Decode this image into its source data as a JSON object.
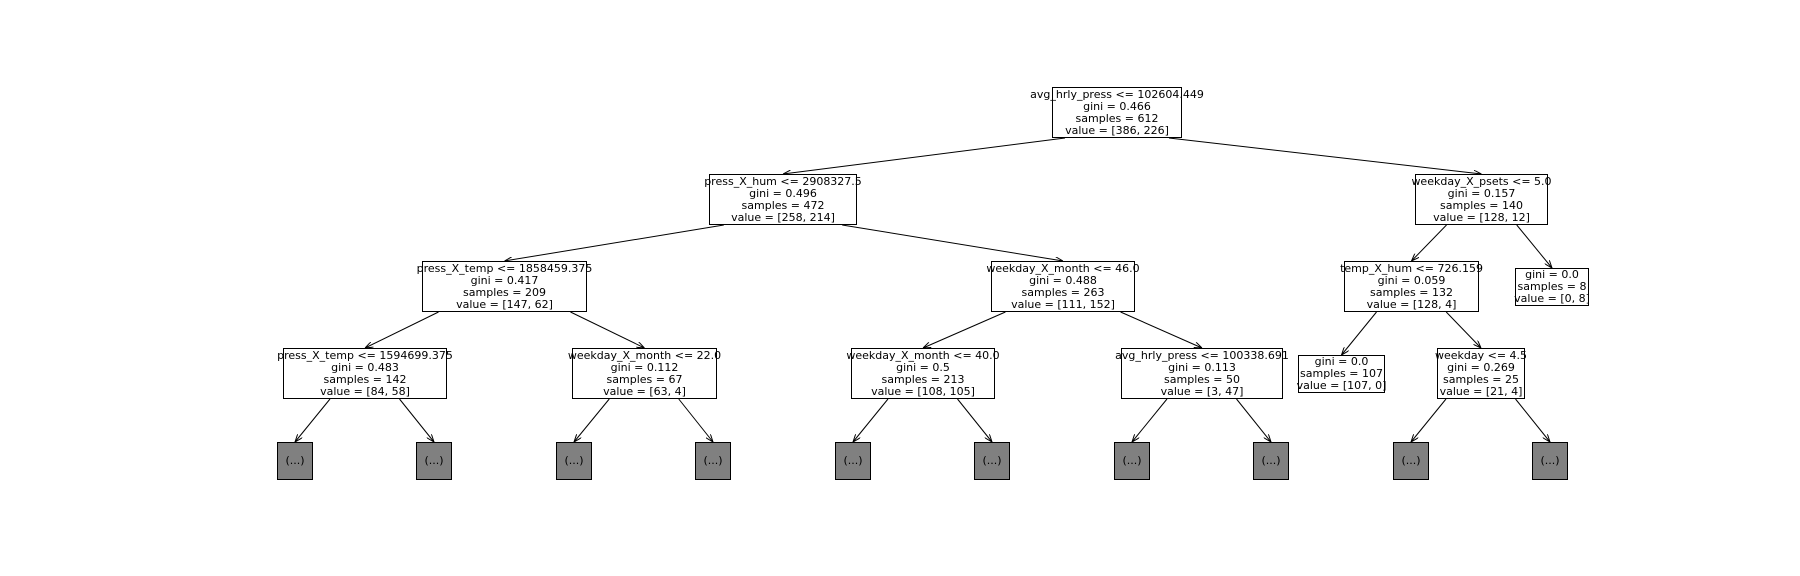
{
  "nodes": [
    {
      "id": "n0",
      "lines": [
        "avg_hrly_press <= 102604.449",
        "gini = 0.466",
        "samples = 612",
        "value = [386, 226]"
      ]
    },
    {
      "id": "n1",
      "lines": [
        "press_X_hum <= 2908327.5",
        "gini = 0.496",
        "samples = 472",
        "value = [258, 214]"
      ]
    },
    {
      "id": "n2",
      "lines": [
        "weekday_X_psets <= 5.0",
        "gini = 0.157",
        "samples = 140",
        "value = [128, 12]"
      ]
    },
    {
      "id": "n3",
      "lines": [
        "press_X_temp <= 1858459.375",
        "gini = 0.417",
        "samples = 209",
        "value = [147, 62]"
      ]
    },
    {
      "id": "n4",
      "lines": [
        "weekday_X_month <= 46.0",
        "gini = 0.488",
        "samples = 263",
        "value = [111, 152]"
      ]
    },
    {
      "id": "n5",
      "lines": [
        "temp_X_hum <= 726.159",
        "gini = 0.059",
        "samples = 132",
        "value = [128, 4]"
      ]
    },
    {
      "id": "n6",
      "lines": [
        "gini = 0.0",
        "samples = 8",
        "value = [0, 8]"
      ]
    },
    {
      "id": "n7",
      "lines": [
        "press_X_temp <= 1594699.375",
        "gini = 0.483",
        "samples = 142",
        "value = [84, 58]"
      ]
    },
    {
      "id": "n8",
      "lines": [
        "weekday_X_month <= 22.0",
        "gini = 0.112",
        "samples = 67",
        "value = [63, 4]"
      ]
    },
    {
      "id": "n9",
      "lines": [
        "weekday_X_month <= 40.0",
        "gini = 0.5",
        "samples = 213",
        "value = [108, 105]"
      ]
    },
    {
      "id": "n10",
      "lines": [
        "avg_hrly_press <= 100338.691",
        "gini = 0.113",
        "samples = 50",
        "value = [3, 47]"
      ]
    },
    {
      "id": "n11",
      "lines": [
        "gini = 0.0",
        "samples = 107",
        "value = [107, 0]"
      ]
    },
    {
      "id": "n12",
      "lines": [
        "weekday <= 4.5",
        "gini = 0.269",
        "samples = 25",
        "value = [21, 4]"
      ]
    },
    {
      "id": "t1",
      "lines": [
        "(...)"
      ]
    },
    {
      "id": "t2",
      "lines": [
        "(...)"
      ]
    },
    {
      "id": "t3",
      "lines": [
        "(...)"
      ]
    },
    {
      "id": "t4",
      "lines": [
        "(...)"
      ]
    },
    {
      "id": "t5",
      "lines": [
        "(...)"
      ]
    },
    {
      "id": "t6",
      "lines": [
        "(...)"
      ]
    },
    {
      "id": "t7",
      "lines": [
        "(...)"
      ]
    },
    {
      "id": "t8",
      "lines": [
        "(...)"
      ]
    },
    {
      "id": "t9",
      "lines": [
        "(...)"
      ]
    },
    {
      "id": "t10",
      "lines": [
        "(...)"
      ]
    },
    {
      "id": "t11",
      "lines": [
        "(...)"
      ]
    },
    {
      "id": "t12",
      "lines": [
        "(...)"
      ]
    }
  ],
  "edges": [
    [
      "n0",
      "n1"
    ],
    [
      "n0",
      "n2"
    ],
    [
      "n1",
      "n3"
    ],
    [
      "n1",
      "n4"
    ],
    [
      "n2",
      "n5"
    ],
    [
      "n2",
      "n6"
    ],
    [
      "n3",
      "n7"
    ],
    [
      "n3",
      "n8"
    ],
    [
      "n4",
      "n9"
    ],
    [
      "n4",
      "n10"
    ],
    [
      "n5",
      "n11"
    ],
    [
      "n5",
      "n12"
    ],
    [
      "n7",
      "t1"
    ],
    [
      "n7",
      "t2"
    ],
    [
      "n8",
      "t3"
    ],
    [
      "n8",
      "t4"
    ],
    [
      "n9",
      "t5"
    ],
    [
      "n9",
      "t6"
    ],
    [
      "n10",
      "t7"
    ],
    [
      "n10",
      "t8"
    ],
    [
      "n12",
      "t9"
    ],
    [
      "n12",
      "t10"
    ]
  ],
  "colors": {
    "truncated_fill": "#808080",
    "node_fill": "#ffffff",
    "stroke": "#000000"
  }
}
